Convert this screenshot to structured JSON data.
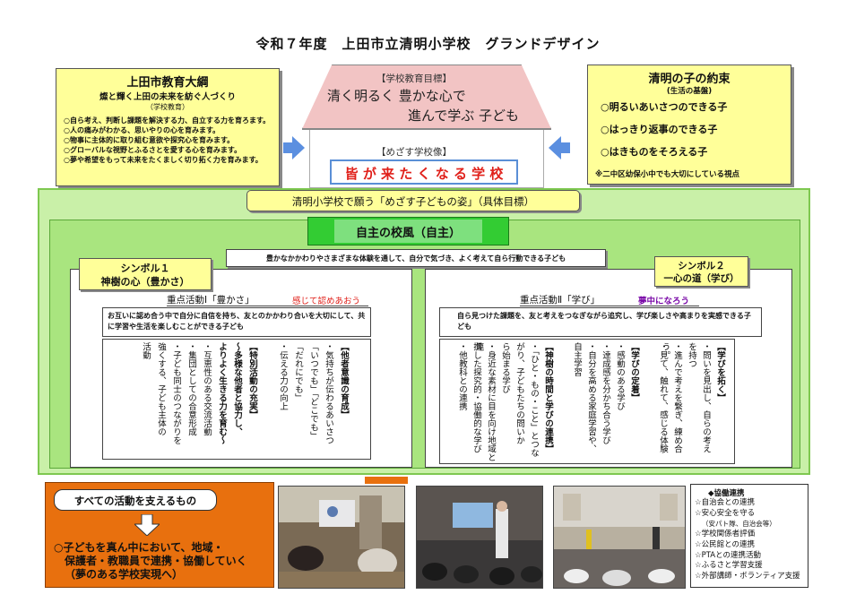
{
  "title": "令和７年度　上田市立清明小学校　グランドデザイン",
  "left_box": {
    "heading": "上田市教育大綱",
    "subtitle": "燦と輝く上田の未来を紡ぐ人づくり",
    "small": "（学校教育）",
    "items": [
      "○自ら考え、判断し課題を解決する力、自立する力を育ろます。",
      "○人の痛みがわかる、思いやりの心を育みます。",
      "○物事に主体的に取り組む意欲や探究心を育みます。",
      "○グローバルな視野とふるさとを愛する心を育みます。",
      "○夢や希望をもって未来をたくましく切り拓く力を育みます。"
    ]
  },
  "right_box": {
    "heading": "清明の子の約束",
    "subtitle": "(生活の基盤)",
    "items": [
      "○明るいあいさつのできる子",
      "○はっきり返事のできる子",
      "○はきものをそろえる子"
    ],
    "note": "※二中区幼保小中でも大切にしている視点"
  },
  "school_goal": {
    "label": "【学校教育目標】",
    "line1": "清く明るく 豊かな心で",
    "line2": "進んで学ぶ 子ども"
  },
  "vision": {
    "label": "【めざす学校像】",
    "text": "皆 が 来 た く な る 学 校"
  },
  "goal_banner": "清明小学校で願う「めざす子どもの姿」（具体目標）",
  "school_style": "自主の校風（自主）",
  "common_goal": "豊かなかかわりやさまざまな体験を通して、自分で気づき、よく考えて自ら行動できる子ども",
  "symbol1": {
    "line1": "シンボル１",
    "line2": "神樹の心（豊かさ）"
  },
  "symbol2": {
    "line1": "シンボル２",
    "line2": "一心の道（学び）"
  },
  "focus1": {
    "label": "重点活動Ⅰ「豊かさ」",
    "tag": "感じて認めあおう"
  },
  "focus2": {
    "label": "重点活動Ⅱ「学び」",
    "tag": "夢中になろう"
  },
  "focus1_desc": "お互いに認め合う中で自分に自信を持ち、友とのかかわり合いを大切にして、共に学習や生活を楽しむことができる子ども",
  "focus2_desc": "自ら見つけた課題を、友と考えをつなぎながら追究し、学び楽しさや高まりを実感できる子ども",
  "left_columns": [
    "【他者意識の育成】",
    "・気持ちが伝わるあいさつ",
    "「いつでも」「どこでも」",
    "「だれにでも」",
    "・伝える力の向上",
    "",
    "【特別活動の充実】",
    "～多様な他者と協力し、",
    "よりよく生きる力を育む～",
    "・互恵性のある交流活動",
    "・集団としての合意形成",
    "・子ども同士のつながりを",
    "強くする、子ども主体の",
    "活動"
  ],
  "right_columns": [
    "【学びを拓く】",
    "・問いを見出し、自らの考え",
    "を持つ",
    "・進んで考えを繋ぎ、練め合う。",
    "・見て、触れて、感じる体験",
    "",
    "【学びの定着】",
    "・感動のある学び",
    "・達成感を分かち合う学び",
    "・自分を高める家庭学習や、",
    "自主学習",
    "",
    "【神樹の時間と学びの連携】",
    "・「ひと・もの・こと」とつな",
    "がり、子どもたちの問いか",
    "ら始まる学び",
    "・身近な素材に目を向け地域と連",
    "携した探究的・協働的な学び",
    "・他教科との連携"
  ],
  "support": {
    "heading": "すべての活動を支えるもの",
    "line1": "○子どもを真ん中において、地域・",
    "line2": "保護者・教職員で連携・協働していく",
    "line3": "（夢のある学校実現へ）"
  },
  "cooperation": {
    "heading": "◆協働連携",
    "items": [
      "☆自治会との連携",
      "☆安心安全を守る",
      "（安パト隊、自治会等）",
      "☆学校関係者評価",
      "☆公民館との連携",
      "☆PTAとの連携活動",
      "☆ふるさと学習支援",
      "☆外部講師・ボランティア支援"
    ]
  },
  "colors": {
    "yellow": "#ffff99",
    "green_outer": "#c9f0a8",
    "green_inner": "#a9e57f",
    "orange": "#e8700e",
    "pink_roof": "#f2c4c4",
    "blue_arrow": "#5b8fe0",
    "red_text": "#e0201a",
    "purple_text": "#7a0aa8"
  }
}
